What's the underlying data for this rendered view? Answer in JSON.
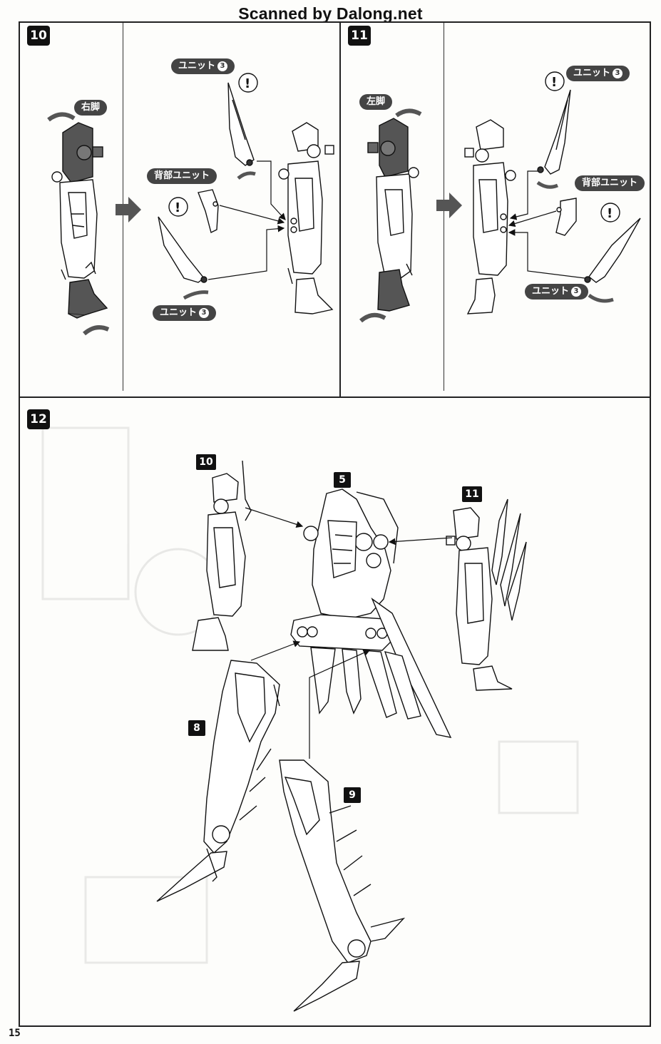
{
  "watermark": "Scanned by Dalong.net",
  "page_number": "15",
  "steps": [
    {
      "number": "10",
      "labels": {
        "leg": "右脚",
        "unit_top": "ユニット",
        "back_unit": "背部ユニット",
        "unit_bottom": "ユニット"
      },
      "unit_badge": "3",
      "caution": "!"
    },
    {
      "number": "11",
      "labels": {
        "leg": "左脚",
        "unit_top": "ユニット",
        "back_unit": "背部ユニット",
        "unit_bottom": "ユニット"
      },
      "unit_badge": "3",
      "caution": "!"
    },
    {
      "number": "12",
      "parts": [
        "10",
        "5",
        "11",
        "8",
        "9"
      ]
    }
  ],
  "colors": {
    "ink": "#111111",
    "paper": "#fdfdfb",
    "shaded_part": "#555555",
    "label_bg": "#444444"
  }
}
